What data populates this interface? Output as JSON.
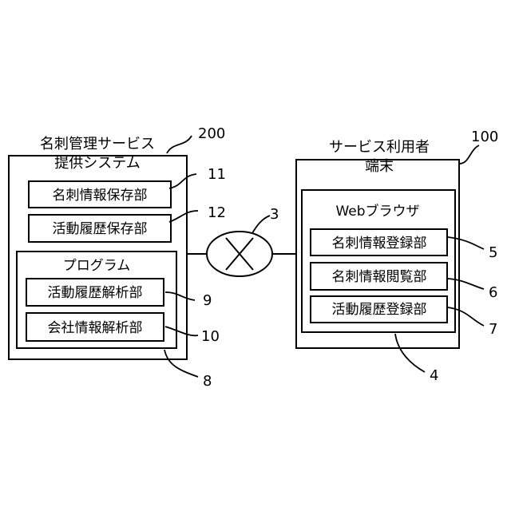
{
  "server": {
    "title_line1": "名刺管理サービス",
    "title_line2": "提供システム",
    "ref": "200",
    "card_storage": {
      "label": "名刺情報保存部",
      "ref": "11"
    },
    "history_storage": {
      "label": "活動履歴保存部",
      "ref": "12"
    },
    "program": {
      "title": "プログラム",
      "ref": "8",
      "history_analysis": {
        "label": "活動履歴解析部",
        "ref": "9"
      },
      "company_analysis": {
        "label": "会社情報解析部",
        "ref": "10"
      }
    }
  },
  "network": {
    "ref": "3"
  },
  "terminal": {
    "title_line1": "サービス利用者",
    "title_line2": "端末",
    "ref": "100",
    "browser": {
      "title": "Webブラウザ",
      "ref": "4",
      "card_register": {
        "label": "名刺情報登録部",
        "ref": "5"
      },
      "card_view": {
        "label": "名刺情報閲覧部",
        "ref": "6"
      },
      "history_register": {
        "label": "活動履歴登録部",
        "ref": "7"
      }
    }
  }
}
